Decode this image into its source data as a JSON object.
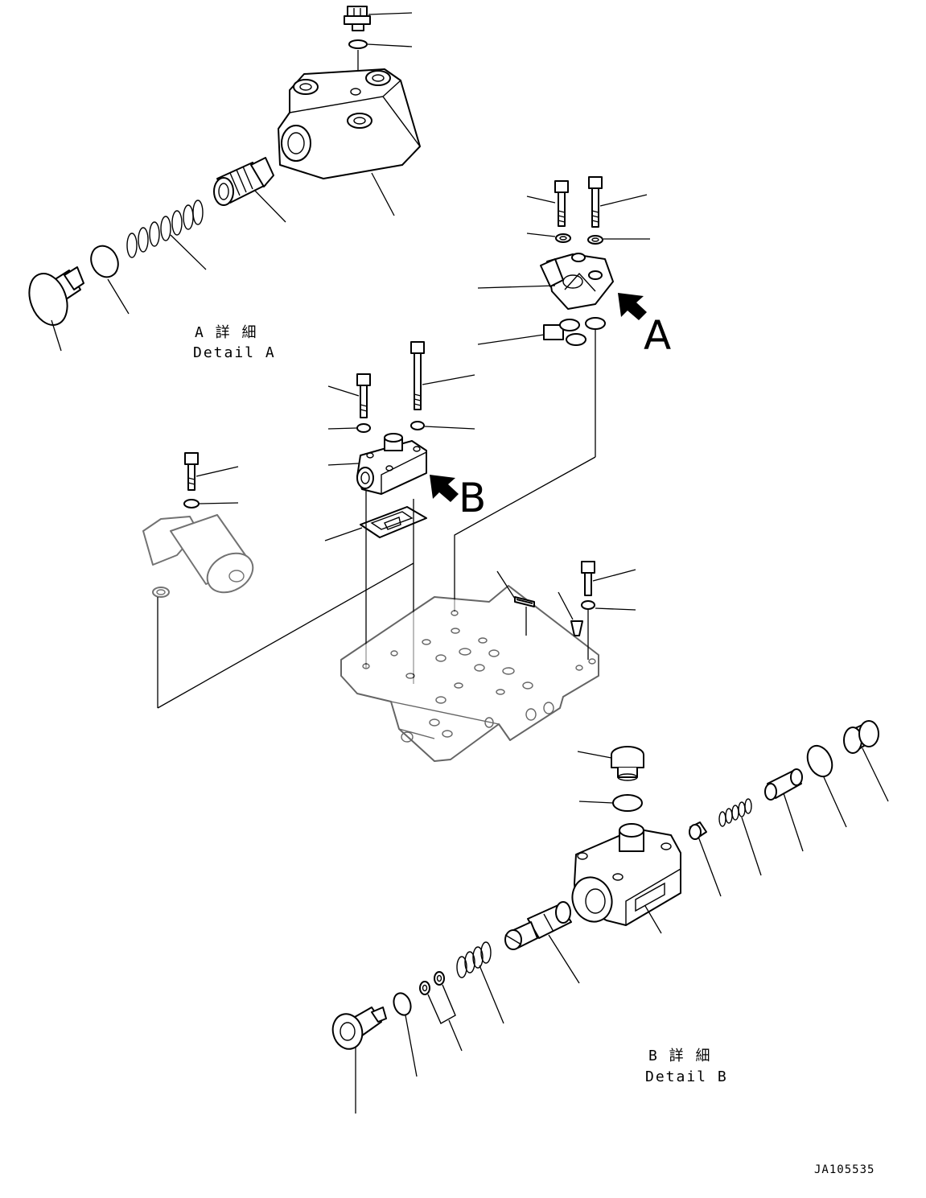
{
  "labels": {
    "detail_a_jp": "A 詳 細",
    "detail_a_en": "Detail A",
    "detail_b_jp": "B 詳 細",
    "detail_b_en": "Detail B",
    "arrow_a": "A",
    "arrow_b": "B",
    "drawing_code": "JA105535"
  }
}
